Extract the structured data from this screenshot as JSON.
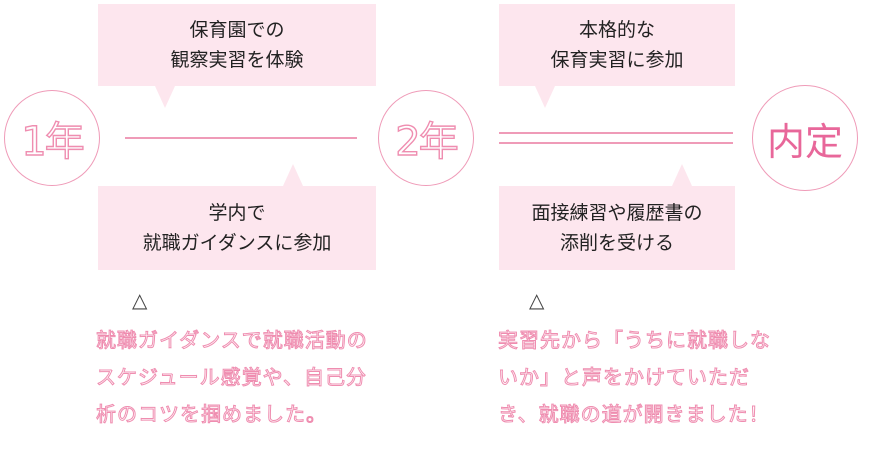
{
  "steps": [
    {
      "label": "1年"
    },
    {
      "label": "2年"
    }
  ],
  "final_label": "内定",
  "bubbles": {
    "year1_top": [
      "保育園での",
      "観察実習を体験"
    ],
    "year1_bottom": [
      "学内で",
      "就職ガイダンスに参加"
    ],
    "year2_top": [
      "本格的な",
      "保育実習に参加"
    ],
    "year2_bottom": [
      "面接練習や履歴書の",
      "添削を受ける"
    ]
  },
  "marker": "△",
  "notes": {
    "year1": [
      "就職ガイダンスで就職活動の",
      "スケジュール感覚や、自己分",
      "析のコツを掴めました。"
    ],
    "year2": [
      "実習先から「うちに就職しな",
      "いか」と声をかけていただ",
      "き、就職の道が開きました！"
    ]
  },
  "colors": {
    "accent": "#ef9bb8",
    "bubble_bg": "#fde6ee",
    "final_text": "#e8679a"
  }
}
